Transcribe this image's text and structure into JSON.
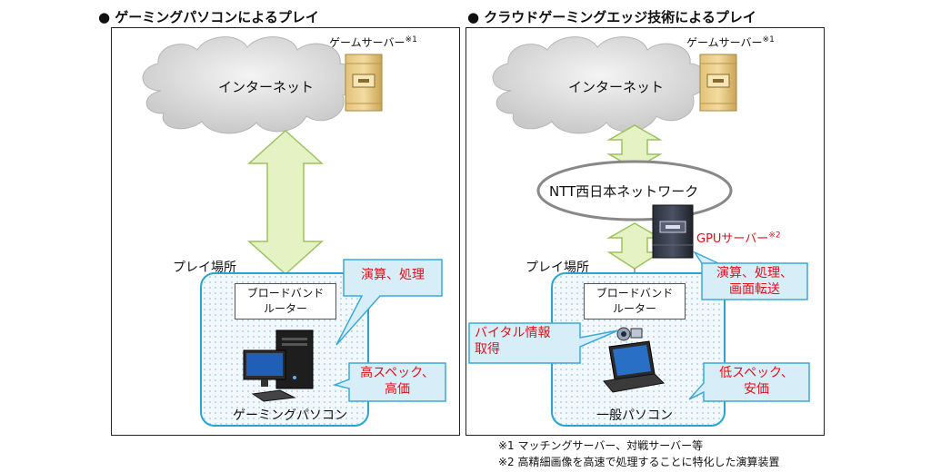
{
  "left": {
    "title": "● ゲーミングパソコンによるプレイ",
    "internet": "インターネット",
    "game_server": "ゲームサーバー",
    "game_server_note": "※1",
    "play_place": "プレイ場所",
    "router_line1": "ブロードバンド",
    "router_line2": "ルーター",
    "callout_compute": "演算、処理",
    "callout_spec_line1": "高スペック、",
    "callout_spec_line2": "高価",
    "pc_label": "ゲーミングパソコン"
  },
  "right": {
    "title": "● クラウドゲーミングエッジ技術によるプレイ",
    "internet": "インターネット",
    "game_server": "ゲームサーバー",
    "game_server_note": "※1",
    "ntt_network": "NTT西日本ネットワーク",
    "gpu_server": "GPUサーバー",
    "gpu_server_note": "※2",
    "play_place": "プレイ場所",
    "router_line1": "ブロードバンド",
    "router_line2": "ルーター",
    "callout_compute_line1": "演算、処理、",
    "callout_compute_line2": "画面転送",
    "callout_vital_line1": "バイタル情報",
    "callout_vital_line2": "取得",
    "callout_spec_line1": "低スペック、",
    "callout_spec_line2": "安価",
    "pc_label": "一般パソコン"
  },
  "notes": {
    "note1": "※1 マッチングサーバー、対戦サーバー等",
    "note2": "※2 高精細画像を高速で処理することに特化した演算装置"
  },
  "colors": {
    "callout_text": "#e0101a",
    "callout_border": "#3aa9d8",
    "callout_fill": "#d7eef8",
    "arrow_fill": "#e4f2c4",
    "arrow_stroke": "#9cc25c",
    "place_border": "#26a5d4"
  }
}
